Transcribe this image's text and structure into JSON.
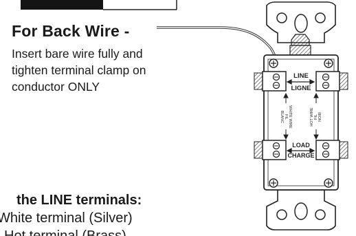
{
  "instruction": {
    "heading": "For Back Wire -",
    "lines": [
      "Insert bare wire fully and",
      "tighten terminal clamp on",
      "conductor ONLY"
    ]
  },
  "receptacle": {
    "line_label": "LINE",
    "line_label_fr": "LIGNE",
    "load_label": "LOAD",
    "load_label_fr": "CHARGE",
    "white_wire_en": "WHITE WIRE",
    "white_wire_fr1": "FIL",
    "white_wire_fr2": "BLANC",
    "hot_wire_en": "HOT WIRE",
    "hot_wire_fr1": "FIL",
    "hot_wire_fr2": "NOIR"
  },
  "line_terminals_note": {
    "title": "the LINE terminals:",
    "item1": "White terminal (Silver)",
    "item2_cut": "Hot terminal (Brass)"
  }
}
